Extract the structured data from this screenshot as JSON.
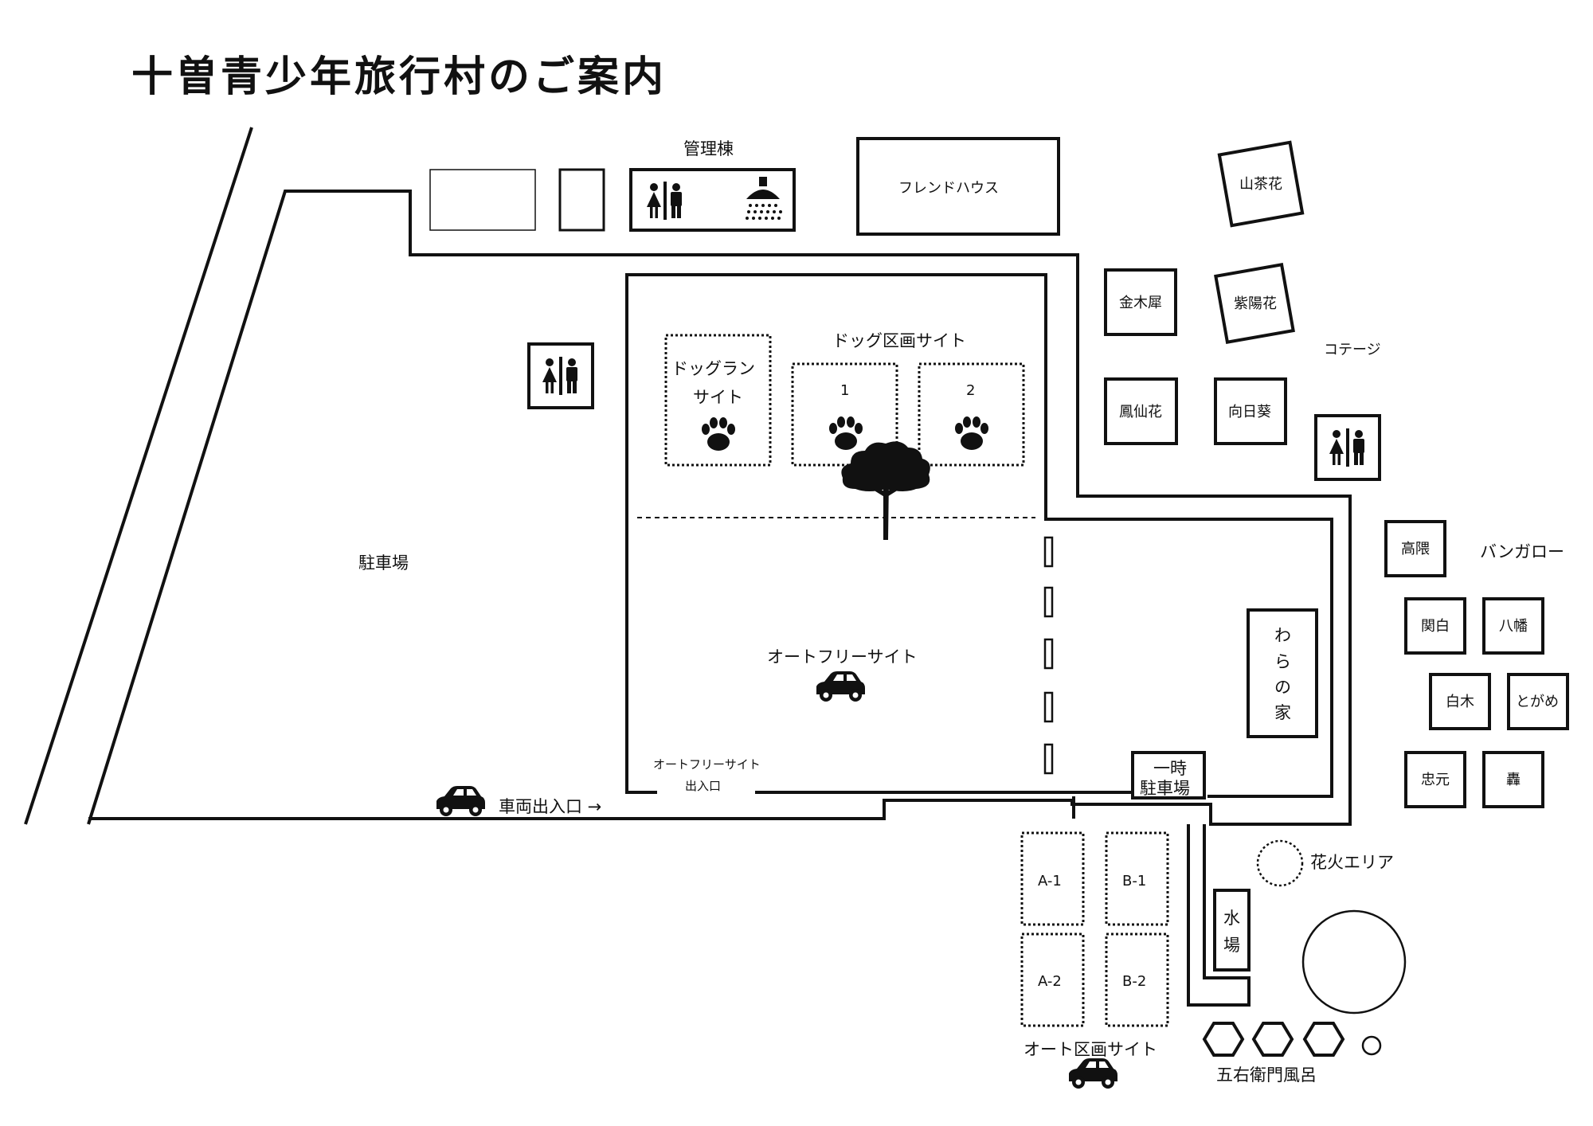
{
  "title": "十曽青少年旅行村のご案内",
  "colors": {
    "ink": "#111111",
    "background": "#ffffff"
  },
  "labels": {
    "kanri": "管理棟",
    "friend_house": "フレンドハウス",
    "yamasazanka": "山茶花",
    "kinmokusei": "金木犀",
    "ajisai": "紫陽花",
    "cottage": "コテージ",
    "housenka": "鳳仙花",
    "himawari": "向日葵",
    "dog_run_1": "ドッグラン",
    "dog_run_2": "サイト",
    "dog_section": "ドッグ区画サイト",
    "dog_site_1": "1",
    "dog_site_2": "2",
    "parking": "駐車場",
    "auto_free": "オートフリーサイト",
    "auto_free_exit_1": "オートフリーサイト",
    "auto_free_exit_2": "出入口",
    "vehicle_entrance": "車両出入口 →",
    "temp_parking_1": "一時",
    "temp_parking_2": "駐車場",
    "wara_1": "わ",
    "wara_2": "ら",
    "wara_3": "の",
    "wara_4": "家",
    "bungalow": "バンガロー",
    "takakuma": "高隈",
    "kanpaku": "関白",
    "hachiman": "八幡",
    "shiraki": "白木",
    "togame": "とがめ",
    "tadamoto": "忠元",
    "todoroki": "轟",
    "fireworks": "花火エリア",
    "mizuba_1": "水",
    "mizuba_2": "場",
    "a1": "A-1",
    "a2": "A-2",
    "b1": "B-1",
    "b2": "B-2",
    "auto_section": "オート区画サイト",
    "goemon": "五右衛門風呂"
  },
  "icons": [
    "restroom-icon",
    "shower-icon",
    "paw-icon",
    "tree-icon",
    "car-icon"
  ]
}
